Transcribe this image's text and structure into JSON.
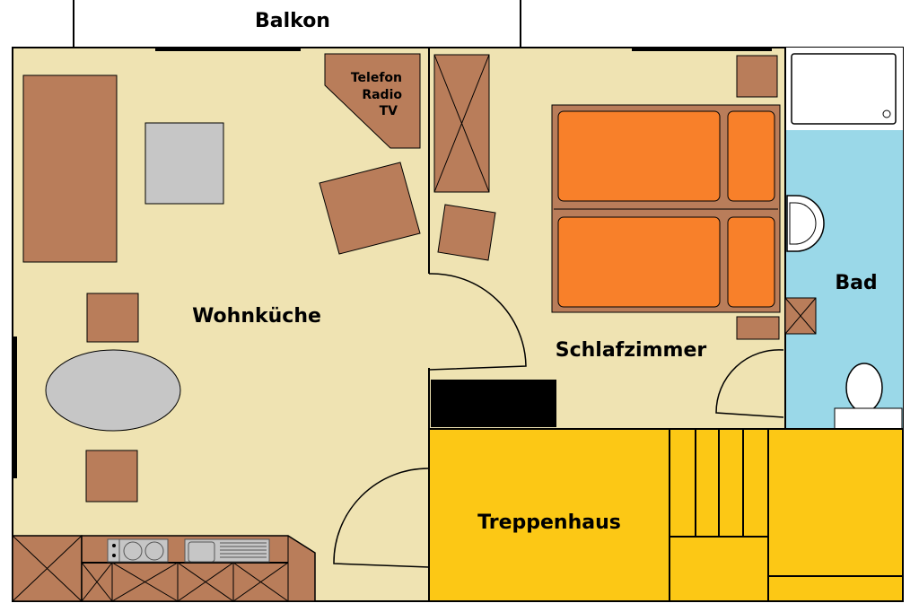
{
  "rooms": {
    "balcony": "Balkon",
    "living_kitchen": "Wohnküche",
    "bedroom": "Schlafzimmer",
    "bathroom": "Bad",
    "stairwell": "Treppenhaus"
  },
  "tv_corner": {
    "line1": "Telefon",
    "line2": "Radio",
    "line3": "TV"
  },
  "colors": {
    "floor": "#efe3b2",
    "furniture": "#b97d5a",
    "bed": "#f8802a",
    "bath": "#9ad8e8",
    "stairs": "#fcc815",
    "gray": "#c6c6c6"
  }
}
